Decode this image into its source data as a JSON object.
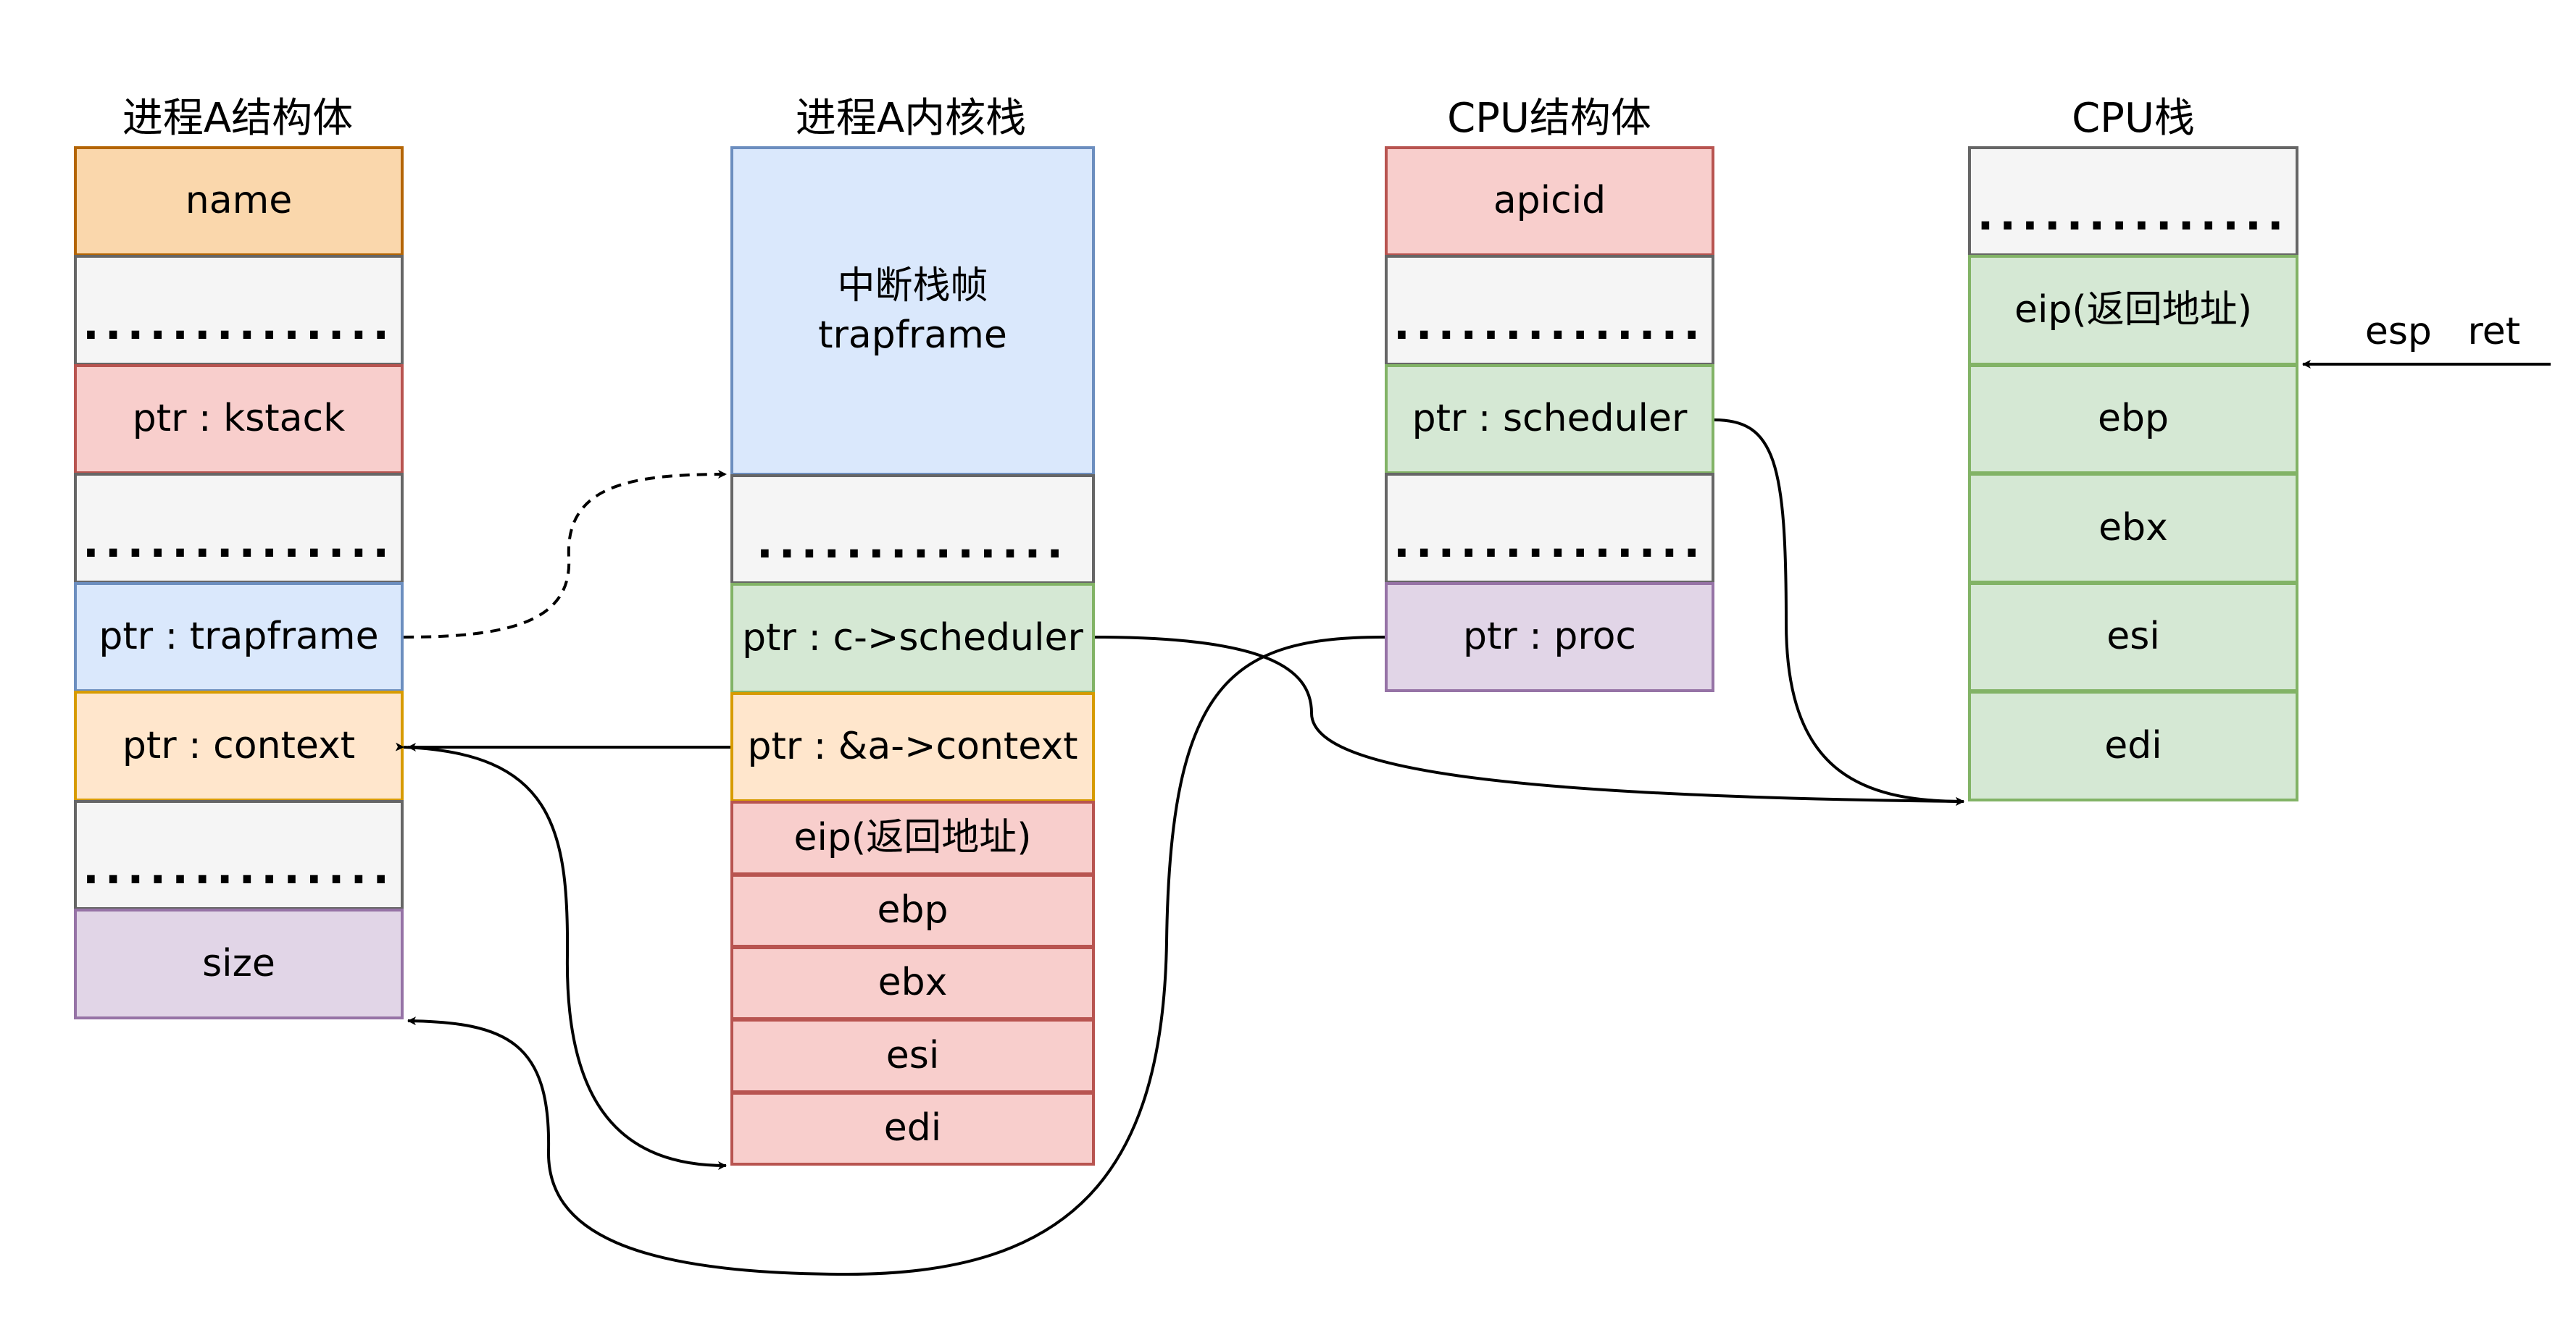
{
  "columns": {
    "procA": {
      "title": "进程A结构体",
      "cells": [
        "name",
        "..............",
        "ptr : kstack",
        "..............",
        "ptr : trapframe",
        "ptr : context",
        "..............",
        "size"
      ]
    },
    "kstack": {
      "title": "进程A内核栈",
      "cells": [
        "中断栈帧\ntrapframe",
        "..............",
        "ptr : c->scheduler",
        "ptr : &a->context",
        "eip(返回地址)",
        "ebp",
        "ebx",
        "esi",
        "edi"
      ]
    },
    "cpu": {
      "title": "CPU结构体",
      "cells": [
        "apicid",
        "..............",
        "ptr : scheduler",
        "..............",
        "ptr : proc"
      ]
    },
    "cpustack": {
      "title": "CPU栈",
      "cells": [
        "..............",
        "eip(返回地址)",
        "ebp",
        "ebx",
        "esi",
        "edi"
      ]
    }
  },
  "esp_label": "esp   ret",
  "colors": {
    "orange": "#fad7ac",
    "grey": "#f5f5f5",
    "red": "#f8cecc",
    "blue": "#dae8fc",
    "peach": "#ffe6cc",
    "purple": "#e1d5e7",
    "green": "#d5e8d4"
  }
}
